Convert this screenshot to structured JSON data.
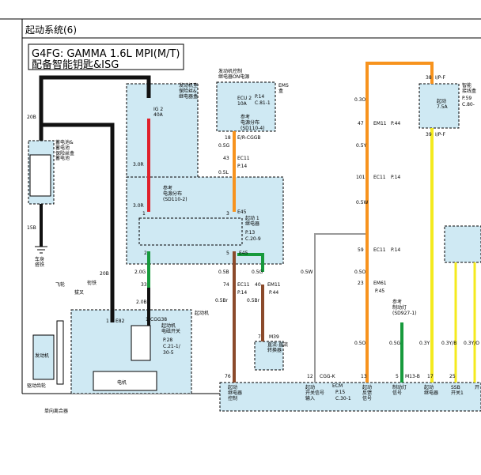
{
  "header": {
    "title": "起动系统(6)"
  },
  "banner": {
    "line1": "G4FG: GAMMA 1.6L MPI(M/T)",
    "line2": "配备智能钥匙&ISG"
  },
  "colors": {
    "red": "#e0202a",
    "orange": "#f7931e",
    "green": "#179a3c",
    "brown": "#8b4a2b",
    "yellow": "#f4ea1e",
    "black": "#111111",
    "lightblue": "#cfe9f3"
  },
  "left": {
    "battery_fuse_box": "蓄电池&\n蓄电池\n保险丝盒",
    "battery": "蓄电池",
    "w_20B_top": "20B",
    "w_15B": "15B",
    "ground_label": "车身\n搭铁",
    "flywheel": "飞轮",
    "w_20B_mid": "20B",
    "engine": "发动机",
    "pinion": "驱动齿轮",
    "fork": "拔叉",
    "armature": "衔铁",
    "one_way_clutch": "单向离合器",
    "starter_label": "起动机",
    "motor": "电机"
  },
  "center": {
    "fuse_box": "发动机室\n保险丝&\n继电器盒",
    "ig2": "IG 2\n40A",
    "w_3R_a": "3.0R",
    "w_3R_b": "3.0R",
    "ref_power": "参考\n电源分布\n(SD110-2)",
    "pin_1": "1",
    "pin_3": "3",
    "e45_top": "E45",
    "relay1": "起动 1\n继电器",
    "relay1_pg": "P.13",
    "relay1_ref": "C.20-9",
    "pin_2": "2",
    "pin_5": "5",
    "e45_bot": "E45",
    "w_2G": "2.0G",
    "pin_33": "33",
    "w_2B": "2.0B",
    "e82_pin": "1",
    "e82": "E82",
    "cgg38_pin": "1",
    "cgg38": "CGG38",
    "starter_sol": "起动机\n电磁开关",
    "sol_pg": "P.28",
    "sol_ref1": "C.21-1/",
    "sol_ref2": "30-5"
  },
  "ems": {
    "top_label": "发动机控制\n继电器ON电源",
    "ems_box": "EMS\n盒",
    "ecu2": "ECU 2\n10A",
    "pg": "P.14",
    "ref": "C.81-1",
    "ref_power": "参考\n电源分布\n(SD110-4)",
    "pin_18": "18",
    "er_cggb": "E/R-CGGB",
    "w_05G": "0.5G",
    "pin_43": "43",
    "ec11_a": "EC11",
    "p14_a": "P.14",
    "w_05L": "0.5L",
    "w_05B_a": "0.5B",
    "w_05G_b": "0.5G",
    "pin_74": "74",
    "ec11_b": "EC11",
    "pin_40": "40",
    "em11_a": "EM11",
    "p14_b": "P.14",
    "p44_a": "P.44",
    "w_05Br_a": "0.5Br",
    "w_05Br_b": "0.5Br",
    "pin_7": "7",
    "m39": "M39",
    "dcdc": "直流-直流\n转换器",
    "w_05W": "0.5W",
    "pin_76": "76",
    "pin_12": "12",
    "cggk": "CGG-K",
    "ecm": "ECM",
    "ecm_pg": "P.15",
    "ecm_ref": "C.30-1",
    "relay_ctrl": "起动\n继电器\n控制",
    "switch_in": "起动\n开关信号\n输入"
  },
  "right": {
    "pin_38": "38",
    "ipf_a": "I/P-F",
    "smart_box": "智能\n接线盒",
    "smart_pg": "P.59",
    "smart_ref": "C.80-",
    "fuse": "起动\n7.5A",
    "pin_39": "39",
    "ipf_b": "I/P-F",
    "w_03O": "0.3O",
    "pin_47": "47",
    "em11_b": "EM11",
    "p44_b": "P.44",
    "w_05Y": "0.5Y",
    "pin_101": "101",
    "ec11_c": "EC11",
    "p14_c": "P.14",
    "w_05W_b": "0.5W",
    "pin_59": "59",
    "ec11_d": "EC11",
    "p14_d": "P.14",
    "w_05O_a": "0.5O",
    "pin_23": "23",
    "em61": "EM61",
    "p45": "P.45",
    "ref_brake": "参考\n制动灯\n(SD927-1)",
    "w_05O_b": "0.5O",
    "w_05G_c": "0.5G",
    "w_03Y": "0.3Y",
    "w_03YB": "0.3Y/B",
    "w_03YO": "0.3Y/O",
    "pin_13": "13",
    "pin_5": "5",
    "m13b": "M13-B",
    "pin_17": "17",
    "pin_25": "25",
    "sig_start_fb": "起动\n反馈\n信号",
    "sig_brake": "制动灯\n信号",
    "sig_relay": "起动\n继电器",
    "sig_ssb1": "SSB\n开关1",
    "sig_ssb2": "开"
  }
}
